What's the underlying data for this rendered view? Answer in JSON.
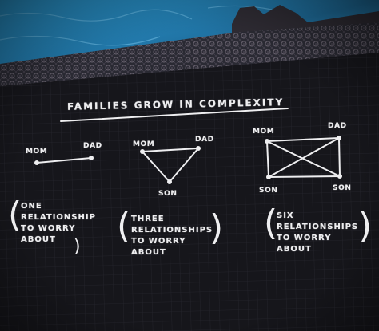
{
  "diagram": {
    "title": "FAMILIES GROW IN COMPLEXITY",
    "panels": [
      {
        "nodes": [
          "MOM",
          "DAD"
        ],
        "caption_lines": [
          "ONE",
          "RELATIONSHIP",
          "TO WORRY",
          "ABOUT"
        ]
      },
      {
        "nodes": [
          "MOM",
          "DAD",
          "SON"
        ],
        "caption_lines": [
          "THREE",
          "RELATIONSHIPS",
          "TO WORRY",
          "ABOUT"
        ]
      },
      {
        "nodes": [
          "MOM",
          "DAD",
          "SON",
          "SON"
        ],
        "caption_lines": [
          "SIX",
          "RELATIONSHIPS",
          "TO WORRY",
          "ABOUT"
        ]
      }
    ]
  },
  "colors": {
    "board": "#16161b",
    "chalk": "#eeeef0",
    "water": "#2f8fc4",
    "tile": "#4a4550"
  }
}
